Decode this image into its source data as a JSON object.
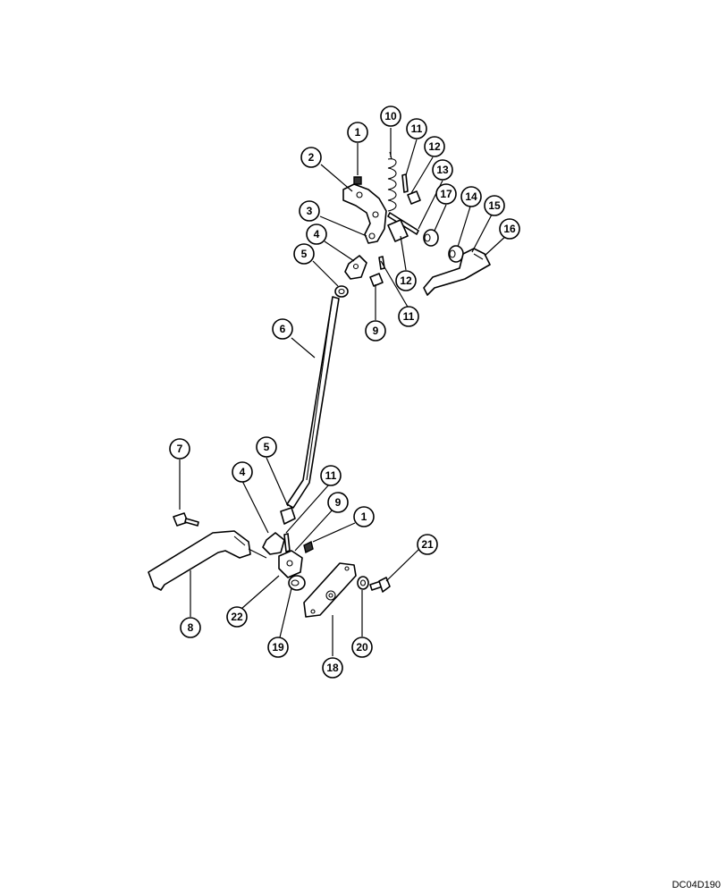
{
  "drawing_code": "DC04D190",
  "callouts": [
    {
      "label": "1"
    },
    {
      "label": "2"
    },
    {
      "label": "3"
    },
    {
      "label": "4"
    },
    {
      "label": "5"
    },
    {
      "label": "6"
    },
    {
      "label": "9"
    },
    {
      "label": "10"
    },
    {
      "label": "11"
    },
    {
      "label": "11"
    },
    {
      "label": "12"
    },
    {
      "label": "12"
    },
    {
      "label": "13"
    },
    {
      "label": "14"
    },
    {
      "label": "15"
    },
    {
      "label": "16"
    },
    {
      "label": "17"
    },
    {
      "label": "7"
    },
    {
      "label": "5"
    },
    {
      "label": "4"
    },
    {
      "label": "11"
    },
    {
      "label": "9"
    },
    {
      "label": "1"
    },
    {
      "label": "21"
    },
    {
      "label": "8"
    },
    {
      "label": "22"
    },
    {
      "label": "19"
    },
    {
      "label": "18"
    },
    {
      "label": "20"
    }
  ]
}
